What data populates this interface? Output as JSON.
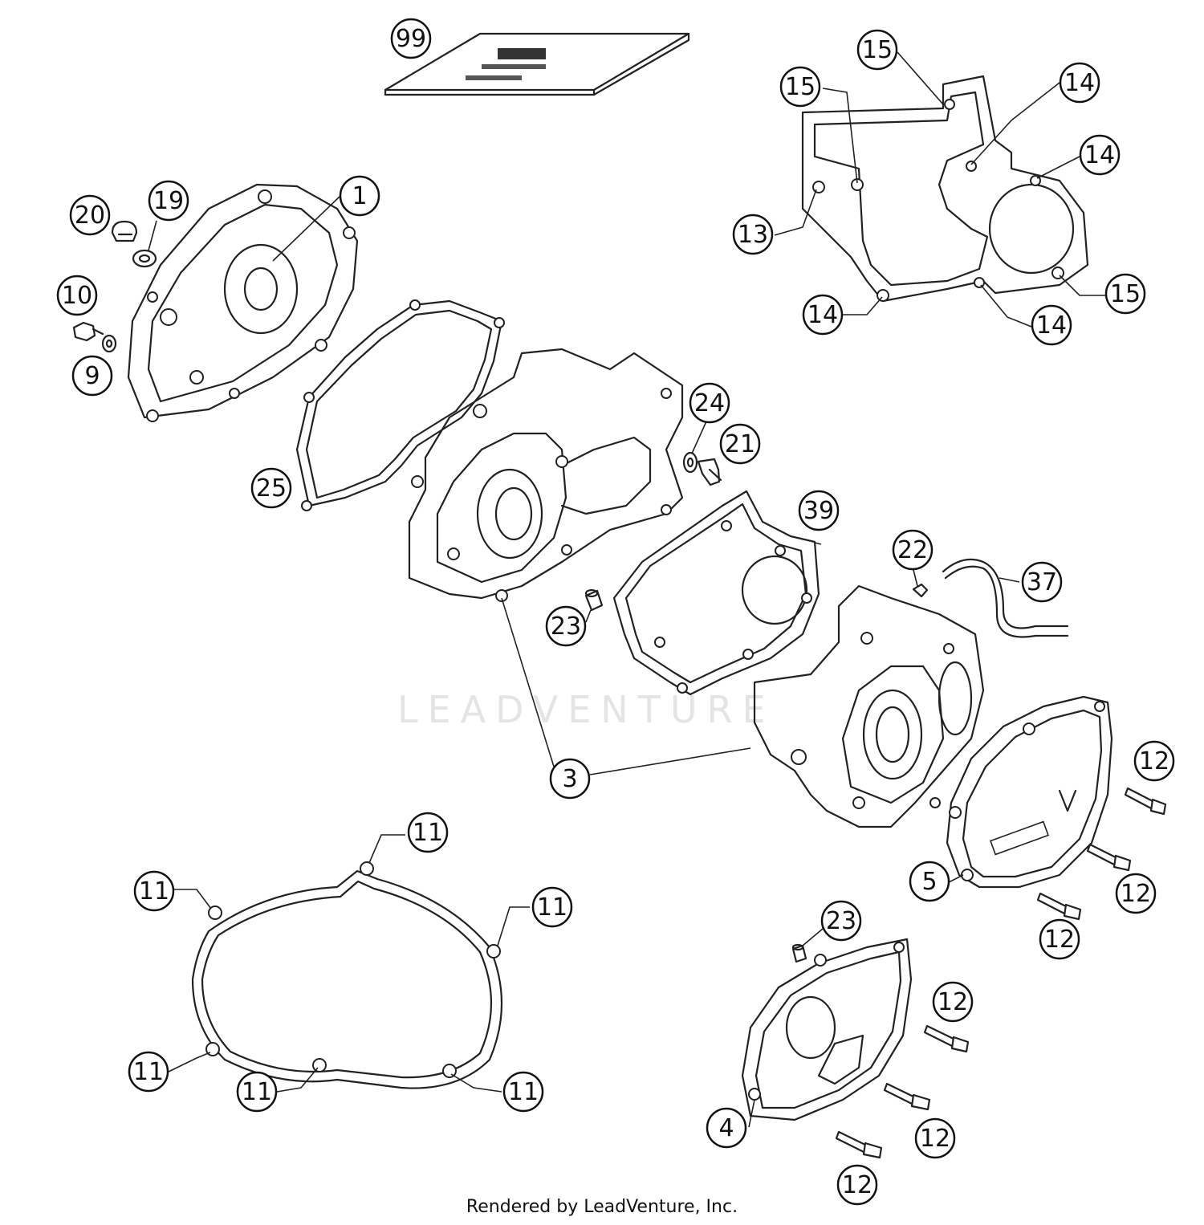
{
  "footer": {
    "text": "Rendered by LeadVenture, Inc."
  },
  "watermark": {
    "text": "LEADVENTURE"
  },
  "callouts": [
    {
      "key": "c99",
      "label": "99"
    },
    {
      "key": "c15a",
      "label": "15"
    },
    {
      "key": "c15b",
      "label": "15"
    },
    {
      "key": "c14a",
      "label": "14"
    },
    {
      "key": "c14b",
      "label": "14"
    },
    {
      "key": "c13",
      "label": "13"
    },
    {
      "key": "c14c",
      "label": "14"
    },
    {
      "key": "c14d",
      "label": "14"
    },
    {
      "key": "c15c",
      "label": "15"
    },
    {
      "key": "c20",
      "label": "20"
    },
    {
      "key": "c19",
      "label": "19"
    },
    {
      "key": "c1",
      "label": "1"
    },
    {
      "key": "c10",
      "label": "10"
    },
    {
      "key": "c9",
      "label": "9"
    },
    {
      "key": "c24",
      "label": "24"
    },
    {
      "key": "c21",
      "label": "21"
    },
    {
      "key": "c25",
      "label": "25"
    },
    {
      "key": "c39",
      "label": "39"
    },
    {
      "key": "c22",
      "label": "22"
    },
    {
      "key": "c37",
      "label": "37"
    },
    {
      "key": "c23a",
      "label": "23"
    },
    {
      "key": "c3",
      "label": "3"
    },
    {
      "key": "c12a",
      "label": "12"
    },
    {
      "key": "c5",
      "label": "5"
    },
    {
      "key": "c12b",
      "label": "12"
    },
    {
      "key": "c12c",
      "label": "12"
    },
    {
      "key": "c11a",
      "label": "11"
    },
    {
      "key": "c11b",
      "label": "11"
    },
    {
      "key": "c11c",
      "label": "11"
    },
    {
      "key": "c11d",
      "label": "11"
    },
    {
      "key": "c11e",
      "label": "11"
    },
    {
      "key": "c11f",
      "label": "11"
    },
    {
      "key": "c23b",
      "label": "23"
    },
    {
      "key": "c12d",
      "label": "12"
    },
    {
      "key": "c12e",
      "label": "12"
    },
    {
      "key": "c4",
      "label": "4"
    },
    {
      "key": "c12f",
      "label": "12"
    }
  ]
}
